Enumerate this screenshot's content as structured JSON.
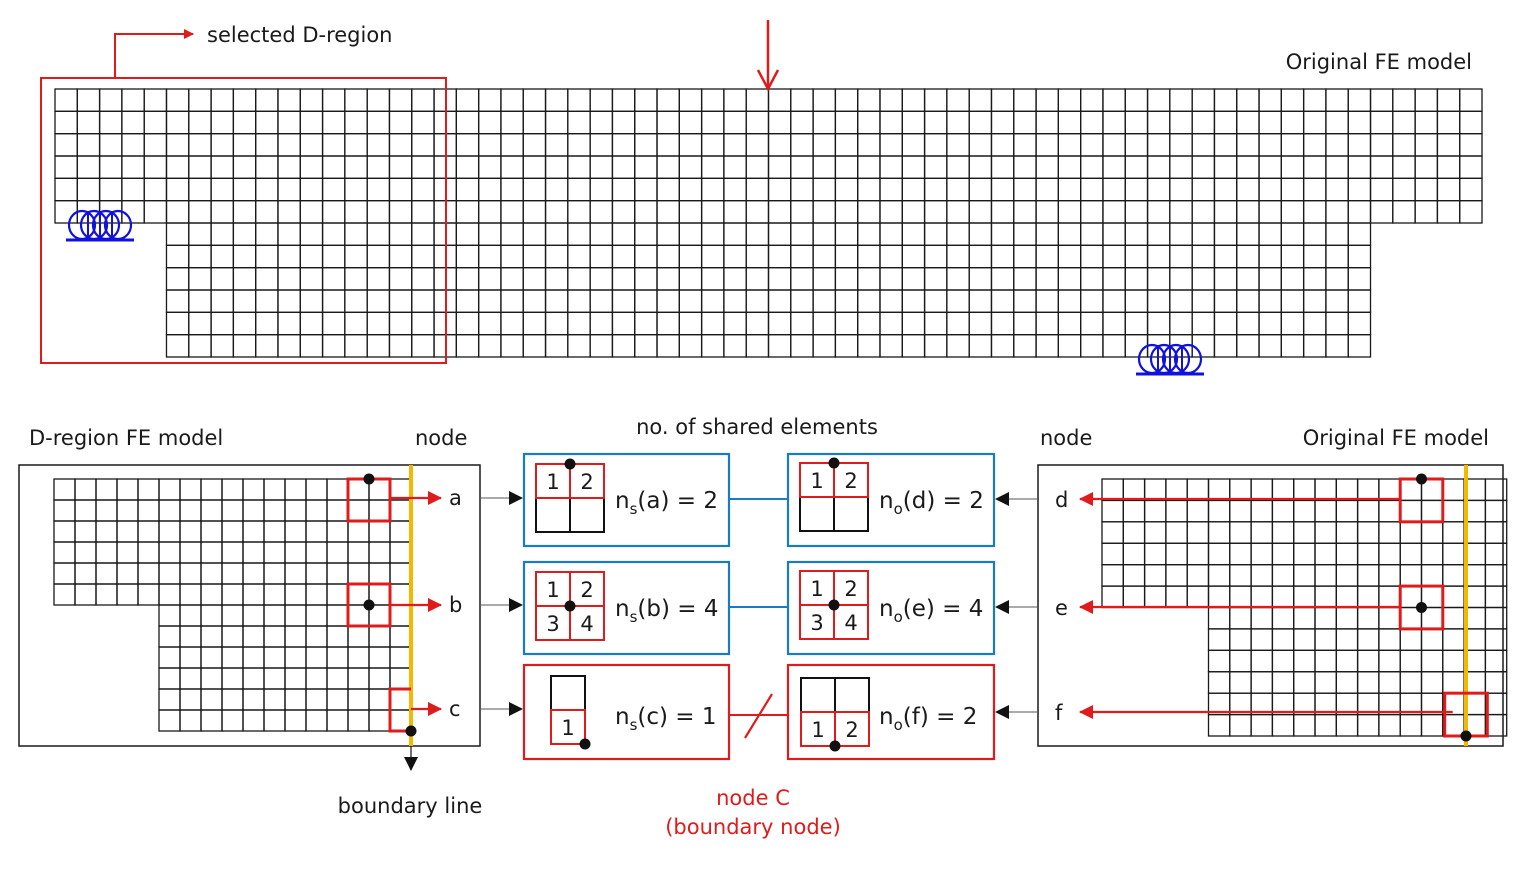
{
  "colors": {
    "mesh": "#1a1a1a",
    "highlight": "#e01b1b",
    "boundary": "#f5b800",
    "support": "#1010e0",
    "shared_box": "#1a7bc4",
    "boundary_box": "#e01b1b"
  },
  "top": {
    "title": "Original FE model",
    "selected_label": "selected D-region",
    "load_icon": "point-load-arrow-icon",
    "support_icon": "roller-support-icon",
    "mesh": {
      "top_rows": 6,
      "bottom_rows": 6,
      "top_cols": 64,
      "bottom_col_start": 5,
      "bottom_col_end": 59
    }
  },
  "left_panel": {
    "title": "D-region FE model",
    "node_header": "node",
    "boundary_label": "boundary line",
    "nodes": [
      "a",
      "b",
      "c"
    ],
    "mesh": {
      "top_rows": 6,
      "bottom_rows": 6,
      "cols": 17,
      "bottom_col_start": 5
    }
  },
  "right_panel": {
    "title": "Original FE model",
    "node_header": "node",
    "nodes": [
      "d",
      "e",
      "f"
    ],
    "mesh": {
      "top_rows": 6,
      "bottom_rows": 6,
      "cols": 19,
      "bottom_col_start": 5
    }
  },
  "middle": {
    "title": "no. of shared elements",
    "rows": [
      {
        "left": {
          "n": "n",
          "sub": "s",
          "node": "a",
          "value": "2",
          "eq_text": "(a) = 2",
          "labels": [
            "1",
            "2"
          ]
        },
        "right": {
          "n": "n",
          "sub": "o",
          "node": "d",
          "value": "2",
          "eq_text": "(d) = 2",
          "labels": [
            "1",
            "2"
          ]
        },
        "match": true
      },
      {
        "left": {
          "n": "n",
          "sub": "s",
          "node": "b",
          "value": "4",
          "eq_text": "(b) = 4",
          "labels": [
            "1",
            "2",
            "3",
            "4"
          ]
        },
        "right": {
          "n": "n",
          "sub": "o",
          "node": "e",
          "value": "4",
          "eq_text": "(e) = 4",
          "labels": [
            "1",
            "2",
            "3",
            "4"
          ]
        },
        "match": true
      },
      {
        "left": {
          "n": "n",
          "sub": "s",
          "node": "c",
          "value": "1",
          "eq_text": "(c) = 1",
          "labels": [
            "1"
          ]
        },
        "right": {
          "n": "n",
          "sub": "o",
          "node": "f",
          "value": "2",
          "eq_text": "(f) = 2",
          "labels": [
            "1",
            "2"
          ]
        },
        "match": false
      }
    ],
    "mismatch_label_1": "node C",
    "mismatch_label_2": "(boundary node)"
  }
}
